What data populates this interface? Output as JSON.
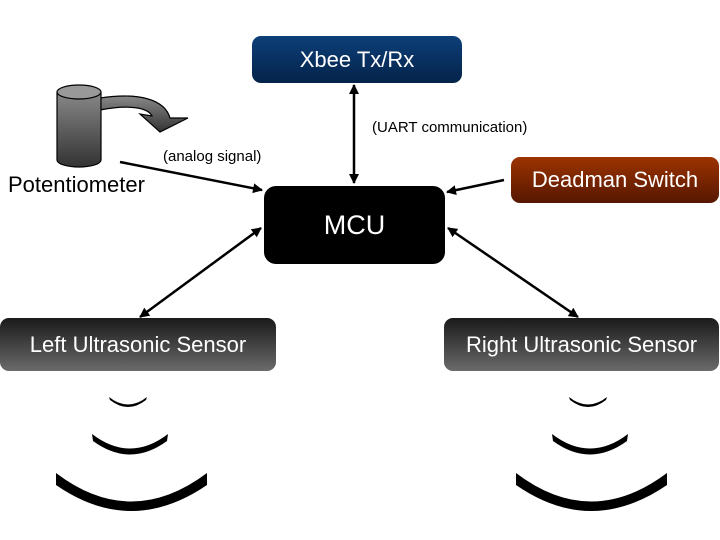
{
  "nodes": {
    "xbee": "Xbee Tx/Rx",
    "mcu": "MCU",
    "deadman": "Deadman Switch",
    "left_sensor": "Left Ultrasonic Sensor",
    "right_sensor": "Right Ultrasonic Sensor",
    "potentiometer": "Potentiometer"
  },
  "edge_labels": {
    "analog": "(analog signal)",
    "uart": "(UART communication)"
  },
  "edges": [
    {
      "from": "potentiometer",
      "to": "mcu",
      "direction": "one-way",
      "label": "(analog signal)"
    },
    {
      "from": "xbee",
      "to": "mcu",
      "direction": "bidirectional",
      "label": "(UART communication)"
    },
    {
      "from": "deadman",
      "to": "mcu",
      "direction": "one-way"
    },
    {
      "from": "mcu",
      "to": "left_sensor",
      "direction": "bidirectional"
    },
    {
      "from": "mcu",
      "to": "right_sensor",
      "direction": "bidirectional"
    }
  ],
  "colors": {
    "xbee": "#0a3466",
    "mcu": "#000000",
    "deadman": "#7a2500",
    "sensor": "#3a3a3a"
  }
}
